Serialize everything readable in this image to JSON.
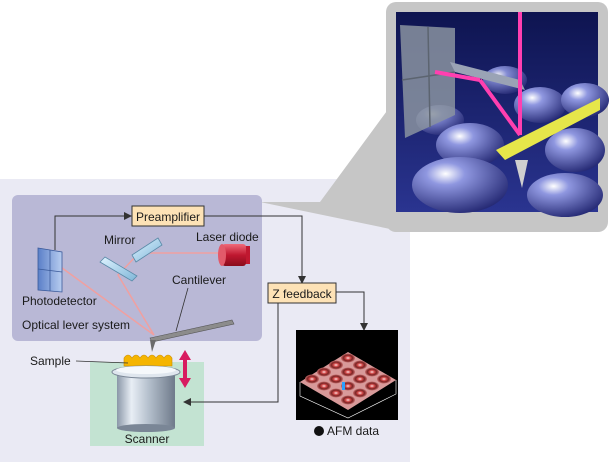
{
  "labels": {
    "preamplifier": "Preamplifier",
    "mirror": "Mirror",
    "laser_diode": "Laser diode",
    "photodetector": "Photodetector",
    "cantilever": "Cantilever",
    "optical_lever_system": "Optical lever system",
    "z_feedback": "Z feedback",
    "sample": "Sample",
    "scanner": "Scanner",
    "afm_data": "AFM data"
  },
  "colors": {
    "panel_bg": "#eaeaf4",
    "optical_box": "#b9b8d6",
    "scanner_box": "#c3e3d2",
    "label_box": "#fde2b6",
    "laser_beam": "#f0a0a0",
    "double_arrow": "#d81b60",
    "zoom_frame": "#c6c6c6"
  },
  "icons": {
    "photodetector": "photodetector-icon",
    "mirror": "mirror-icon",
    "laser": "laser-diode-icon",
    "cantilever": "cantilever-icon",
    "sample": "sample-icon",
    "scanner": "scanner-cylinder-icon",
    "afm": "afm-image-icon",
    "bullet": "bullet-icon"
  }
}
